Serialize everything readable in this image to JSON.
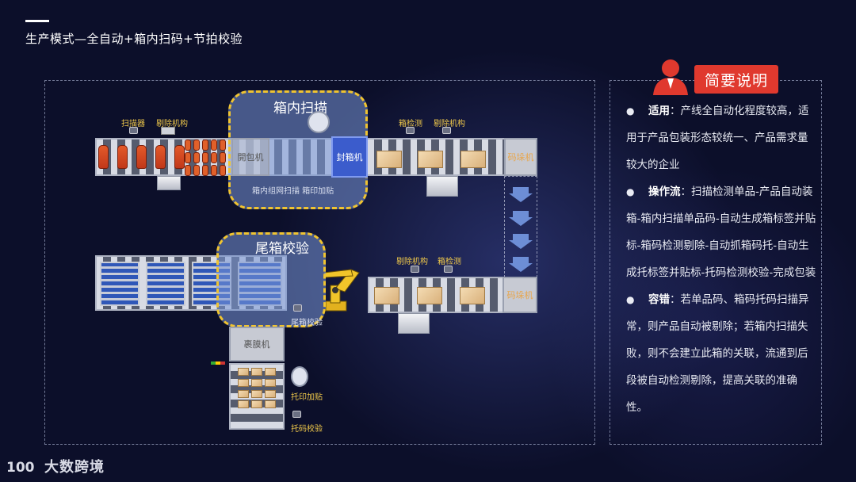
{
  "header": {
    "title": "生产模式—全自动+箱内扫码+节拍校验"
  },
  "diagram": {
    "zone_box_scan": {
      "title": "箱内扫描",
      "caption": "箱内组网扫描 箱印加贴"
    },
    "zone_tail_check": {
      "title": "尾箱校验",
      "caption": "尾箱校验"
    },
    "machines": {
      "opener": "開包机",
      "sealer": "封箱机",
      "wrapper": "裹膜机",
      "stacker_top": "码垛机",
      "stacker_bottom": "码垛机"
    },
    "labels": {
      "scanner": "扫描器",
      "reject_1": "剔除机构",
      "box_check_1": "箱检测",
      "reject_2": "剔除机构",
      "reject_3": "剔除机构",
      "box_check_2": "箱检测",
      "pallet_label": "托印加贴",
      "pallet_check": "托码校验"
    }
  },
  "panel": {
    "button_label": "简要说明",
    "items": [
      {
        "bullet": "●",
        "title": "适用",
        "text": "：产线全自动化程度较高，适用于产品包装形态较统一、产品需求量较大的企业"
      },
      {
        "bullet": "●",
        "title": "操作流",
        "text": "：扫描检测单品-产品自动装箱-箱内扫描单品码-自动生成箱标签并贴标-箱码检测剔除-自动抓箱码托-自动生成托标签并贴标-托码检测校验-完成包装"
      },
      {
        "bullet": "●",
        "title": "容错",
        "text": "：若单品码、箱码托码扫描异常，则产品自动被剔除；若箱内扫描失败，则不会建立此箱的关联，流通到后段被自动检测剔除，提高关联的准确性。"
      }
    ]
  },
  "footer": {
    "logo_text": "大数跨境",
    "logo_mark": "100"
  },
  "colors": {
    "accent": "#e0392e",
    "zone_border": "#f0c431",
    "label": "#f0c94a"
  }
}
